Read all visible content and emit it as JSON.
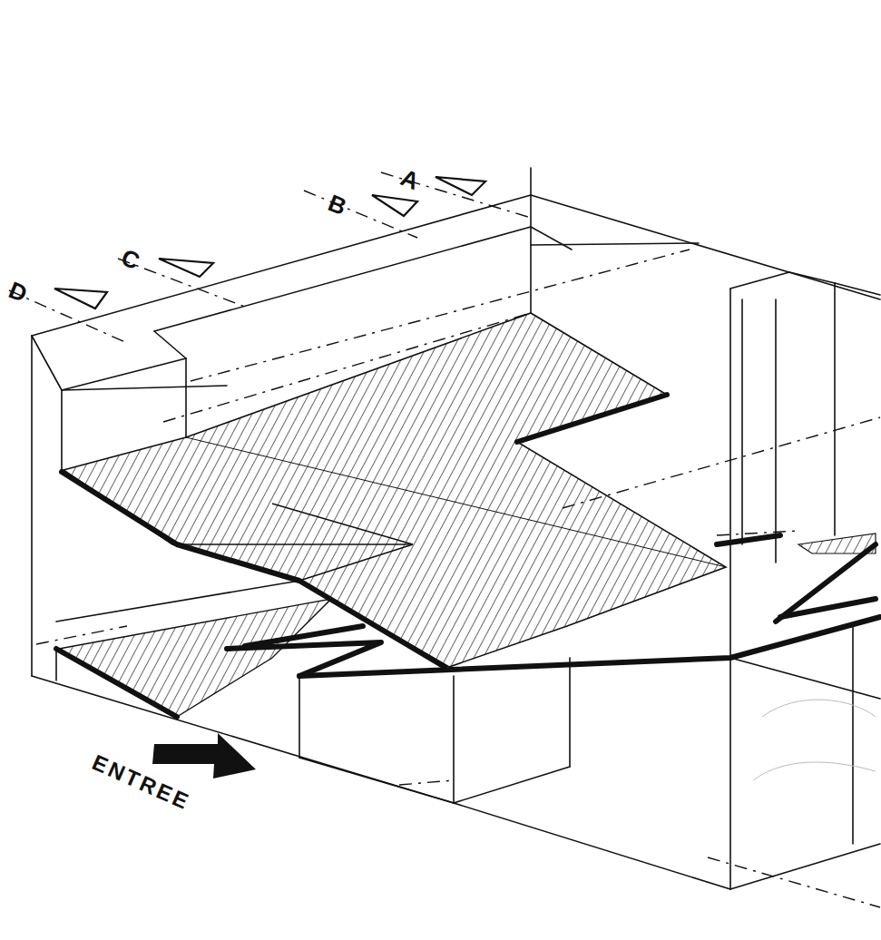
{
  "diagram": {
    "labels": [
      "A",
      "B",
      "C",
      "D",
      "ENTREE"
    ]
  }
}
